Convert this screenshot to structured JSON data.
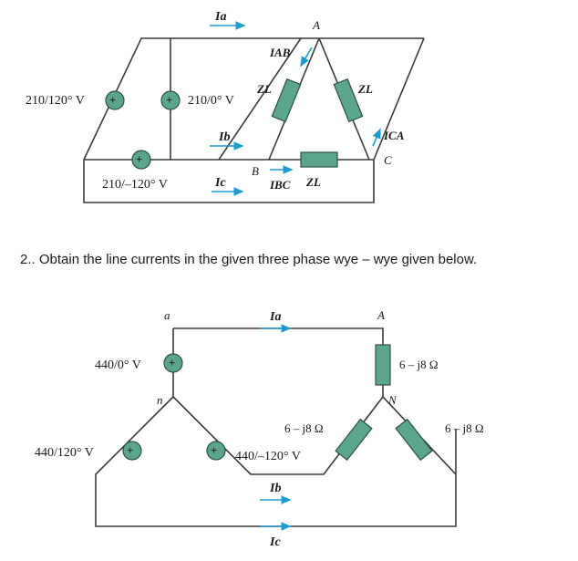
{
  "question": {
    "text": "2.. Obtain the line currents in the given three phase wye – wye given below."
  },
  "circuit1": {
    "sources": {
      "left": "210/120° V",
      "middle": "210/0° V",
      "bottom": "210/–120° V"
    },
    "currents": {
      "Ia": "Ia",
      "Ib": "Ib",
      "Ic": "Ic",
      "IAB": "IAB",
      "IBC": "IBC",
      "ICA": "ICA"
    },
    "nodes": {
      "A": "A",
      "B": "B",
      "C": "C"
    },
    "impedances": {
      "z1": "ZL",
      "z2": "ZL",
      "z3": "ZL"
    }
  },
  "circuit2": {
    "sources": {
      "top": "440/0° V",
      "left": "440/120° V",
      "right": "440/–120° V"
    },
    "nodes": {
      "a": "a",
      "n": "n",
      "A": "A",
      "N": "N"
    },
    "currents": {
      "Ia": "Ia",
      "Ib": "Ib",
      "Ic": "Ic"
    },
    "impedances": {
      "top": "6 – j8 Ω",
      "left": "6 – j8 Ω",
      "right": "6 – j8 Ω"
    }
  },
  "colors": {
    "component_fill": "#5aa58c",
    "arrow": "#1f9bd0",
    "wire": "#3a3a3a"
  },
  "icons": {
    "source": "ac-voltage-source-icon",
    "impedance": "impedance-box-icon",
    "arrow": "current-arrow-icon"
  }
}
